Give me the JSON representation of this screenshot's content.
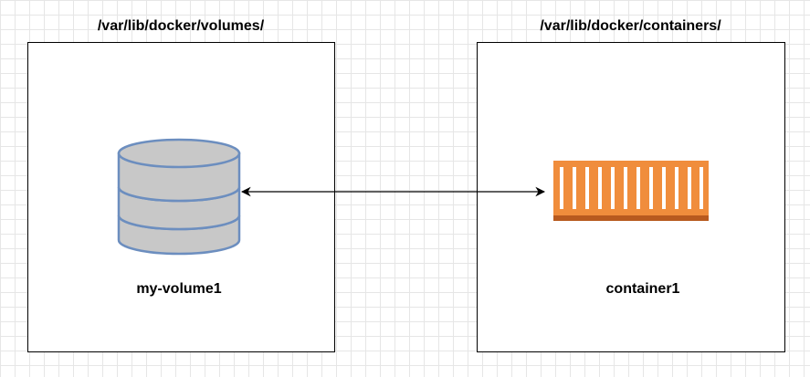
{
  "diagram": {
    "left_panel": {
      "path_label": "/var/lib/docker/volumes/",
      "node_label": "my-volume1",
      "icon": "database-icon"
    },
    "right_panel": {
      "path_label": "/var/lib/docker/containers/",
      "node_label": "container1",
      "icon": "shipping-container-icon"
    },
    "connector": "bidirectional-arrow"
  },
  "colors": {
    "database_fill": "#c8c8c8",
    "database_stroke": "#6c8ebf",
    "container_fill": "#f08d3c",
    "container_base": "#b85a1f",
    "border": "#000000",
    "grid": "#e6e6e6"
  }
}
